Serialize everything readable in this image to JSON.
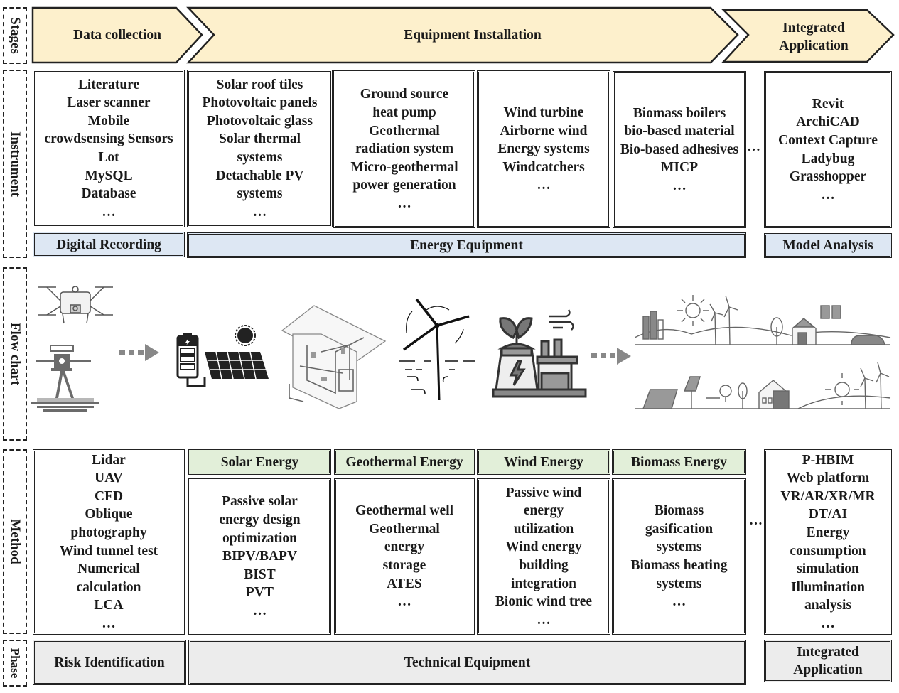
{
  "row_labels": {
    "stages": "Stages",
    "instrument": "Instrument",
    "flow_chart": "Flow chart",
    "method": "Method",
    "phase": "Phase"
  },
  "stages": [
    {
      "label": "Data collection"
    },
    {
      "label": "Equipment Installation"
    },
    {
      "label": "Integrated Application",
      "lines": [
        "Integrated",
        "Application"
      ]
    }
  ],
  "instrument": {
    "columns": [
      {
        "items": [
          "Literature",
          "Laser scanner",
          "Mobile",
          "crowdsensing Sensors",
          "Lot",
          "MySQL",
          "Database",
          "…"
        ]
      },
      {
        "items": [
          "Solar roof tiles",
          "Photovoltaic panels",
          "Photovoltaic glass",
          "Solar thermal",
          "systems",
          "Detachable PV",
          "systems",
          "…"
        ]
      },
      {
        "items": [
          "Ground source",
          "heat pump",
          "Geothermal",
          "radiation system",
          "Micro-geothermal",
          "power generation",
          "…"
        ]
      },
      {
        "items": [
          "Wind turbine",
          "Airborne wind",
          "Energy systems",
          "Windcatchers",
          "…"
        ]
      },
      {
        "items": [
          "Biomass boilers",
          "bio-based material",
          "Bio-based adhesives",
          "MICP",
          "…"
        ]
      },
      {
        "items": [
          "Revit",
          "ArchiCAD",
          "Context Capture",
          "Ladybug",
          "Grasshopper",
          "…"
        ]
      }
    ],
    "gap_ellipsis": "…",
    "categories": [
      "Digital Recording",
      "Energy Equipment",
      "Model Analysis"
    ]
  },
  "flow_chart": {
    "icons": [
      "drone-icon",
      "total-station-icon",
      "battery-solar-panel-icon",
      "house-cutaway-icon",
      "wind-turbine-icon",
      "biomass-plant-icon",
      "renewable-landscape-icon"
    ]
  },
  "method": {
    "headers": [
      "Solar Energy",
      "Geothermal Energy",
      "Wind Energy",
      "Biomass Energy"
    ],
    "columns": [
      {
        "items": [
          "Lidar",
          "UAV",
          "CFD",
          "Oblique",
          "photography",
          "Wind tunnel test",
          "Numerical",
          "calculation",
          "LCA",
          "…"
        ]
      },
      {
        "items": [
          "Passive solar",
          "energy design",
          "optimization",
          "BIPV/BAPV",
          "BIST",
          "PVT",
          "…"
        ]
      },
      {
        "items": [
          "Geothermal well",
          "Geothermal",
          "energy",
          "storage",
          "ATES",
          "…"
        ]
      },
      {
        "items": [
          "Passive wind",
          "energy",
          "utilization",
          "Wind energy",
          "building",
          "integration",
          "Bionic wind tree",
          "…"
        ]
      },
      {
        "items": [
          "Biomass",
          "gasification",
          "systems",
          "Biomass heating",
          "systems",
          "…"
        ]
      },
      {
        "items": [
          "P-HBIM",
          "Web platform",
          "VR/AR/XR/MR",
          "DT/AI",
          "Energy",
          "consumption",
          "simulation",
          "Illumination",
          "analysis",
          "…"
        ]
      }
    ],
    "gap_ellipsis": "…"
  },
  "phase": {
    "items": [
      {
        "label": "Risk Identification"
      },
      {
        "label": "Technical Equipment"
      },
      {
        "label": "Integrated Application",
        "lines": [
          "Integrated",
          "Application"
        ]
      }
    ]
  },
  "colors": {
    "stage_fill": "#fdf0cc",
    "category_blue": "#dde7f3",
    "header_green": "#e2efd9",
    "phase_gray": "#ececec",
    "icon_gray": "#6b6b6b",
    "outline": "#222222"
  }
}
